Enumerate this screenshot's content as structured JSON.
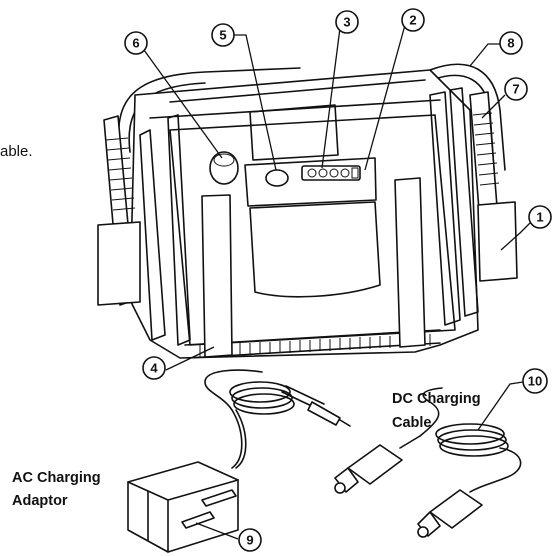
{
  "side_text_fragment": "able.",
  "labels": {
    "dc_line1": "DC Charging",
    "dc_line2": "Cable",
    "ac_line1": "AC Charging",
    "ac_line2": "Adaptor"
  },
  "callouts": [
    "1",
    "2",
    "3",
    "4",
    "5",
    "6",
    "7",
    "8",
    "9",
    "10"
  ]
}
